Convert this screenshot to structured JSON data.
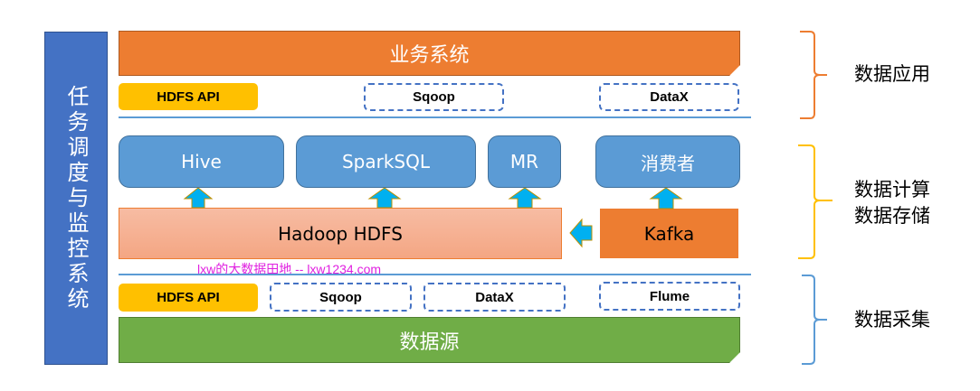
{
  "sidebar": {
    "label": "任务调度与监控系统",
    "color": "#4472c4"
  },
  "application_layer": {
    "title": "业务系统",
    "tools": [
      {
        "label": "HDFS API",
        "style": "solid",
        "color": "#ffc000"
      },
      {
        "label": "Sqoop",
        "style": "dashed"
      },
      {
        "label": "DataX",
        "style": "dashed"
      }
    ]
  },
  "compute_layer": {
    "engines": [
      "Hive",
      "SparkSQL",
      "MR",
      "消费者"
    ],
    "storage": "Hadoop HDFS",
    "queue": "Kafka"
  },
  "collection_layer": {
    "tools": [
      {
        "label": "HDFS API",
        "style": "solid",
        "color": "#ffc000"
      },
      {
        "label": "Sqoop",
        "style": "dashed"
      },
      {
        "label": "DataX",
        "style": "dashed"
      },
      {
        "label": "Flume",
        "style": "dashed"
      }
    ],
    "source": "数据源"
  },
  "watermark": "lxw的大数据田地 -- lxw1234.com",
  "brackets": [
    {
      "lines": [
        "数据应用"
      ],
      "color": "#ed7d31"
    },
    {
      "lines": [
        "数据计算",
        "数据存储"
      ],
      "color": "#ffc000"
    },
    {
      "lines": [
        "数据采集"
      ],
      "color": "#5b9bd5"
    }
  ],
  "arrows": [
    {
      "from": "Hadoop HDFS",
      "to": "Hive"
    },
    {
      "from": "Hadoop HDFS",
      "to": "SparkSQL"
    },
    {
      "from": "Hadoop HDFS",
      "to": "MR"
    },
    {
      "from": "Kafka",
      "to": "消费者"
    },
    {
      "from": "Kafka",
      "to": "Hadoop HDFS"
    }
  ]
}
